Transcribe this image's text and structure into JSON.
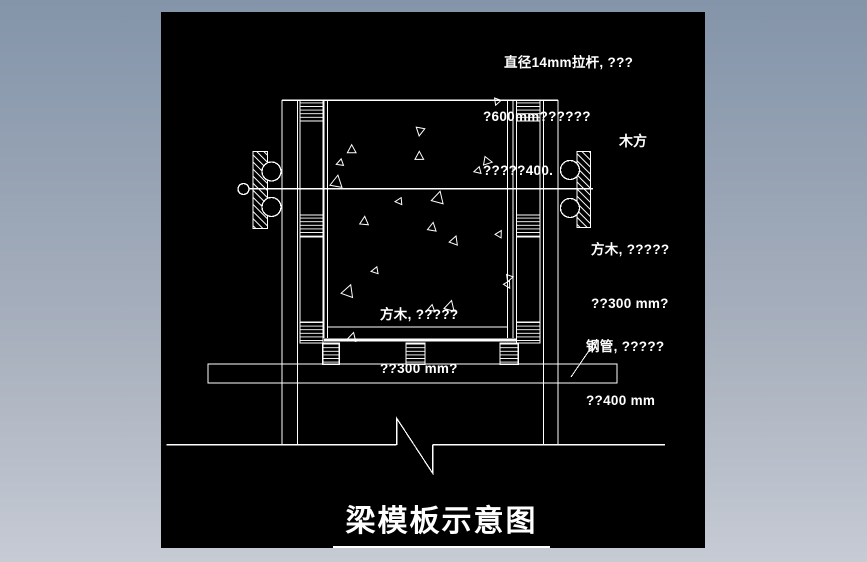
{
  "app": {
    "background_top": "#8494a9",
    "background_bottom": "#c6cbd4",
    "canvas_color": "#000000",
    "line_color": "#ffffff"
  },
  "annotations": {
    "tie_rod_note": {
      "line1": "直径14mm拉杆, ???",
      "line2": "?600mm??????",
      "line3": "?????400."
    },
    "wood_label": "木方",
    "side_wood_note": {
      "line1": "方木, ?????",
      "line2": "??300 mm?"
    },
    "center_wood_note": {
      "line1": "方木, ?????",
      "line2": "??300 mm?"
    },
    "steel_pipe_note": {
      "line1": "钢管, ?????",
      "line2": "??400 mm"
    },
    "title": "梁模板示意图"
  },
  "drawing": {
    "lines": [
      [
        121,
        88,
        397,
        88,
        1.5
      ],
      [
        121,
        88,
        121,
        433,
        1.2
      ],
      [
        136.5,
        88,
        136.5,
        433,
        1.2
      ],
      [
        382.5,
        88,
        382.5,
        433,
        1.2
      ],
      [
        397,
        88,
        397,
        433,
        1.2
      ],
      [
        163,
        88,
        163,
        326,
        1.2
      ],
      [
        166.5,
        88,
        166.5,
        326,
        1.2
      ],
      [
        346.5,
        88,
        346.5,
        326,
        1.2
      ],
      [
        352,
        88,
        352,
        326,
        1.2
      ],
      [
        166.5,
        315,
        346.5,
        315,
        1
      ],
      [
        81,
        176.7,
        432,
        176.7,
        1.2
      ],
      [
        436,
        327,
        410,
        365,
        1
      ],
      [
        5.7,
        432.8,
        235.7,
        432.8,
        1.2
      ],
      [
        271.7,
        432.8,
        504,
        432.8,
        1.2
      ]
    ],
    "polylines": [
      [
        [
          235.7,
          432.8
        ],
        [
          235.7,
          406.3
        ],
        [
          271.7,
          461.3
        ],
        [
          271.7,
          432.8
        ]
      ]
    ],
    "rects": [
      [
        139,
        88,
        23,
        243,
        "none"
      ],
      [
        355.5,
        88,
        23.5,
        243,
        "none"
      ],
      [
        47,
        352,
        409,
        19,
        "none"
      ],
      [
        139,
        88,
        23,
        21,
        "h"
      ],
      [
        139,
        203,
        23,
        22,
        "h"
      ],
      [
        139,
        310,
        23,
        21,
        "h"
      ],
      [
        355.5,
        88,
        23.5,
        21,
        "h"
      ],
      [
        355.5,
        203,
        23.5,
        22,
        "h"
      ],
      [
        355.5,
        310,
        23.5,
        21,
        "h"
      ],
      [
        161.7,
        331.3,
        16.6,
        21,
        "h"
      ],
      [
        245,
        331.3,
        19,
        21,
        "h"
      ],
      [
        339,
        331.3,
        18.3,
        21,
        "h"
      ],
      [
        92,
        139.5,
        14.5,
        77,
        "d"
      ],
      [
        416,
        139.5,
        13.5,
        76,
        "d"
      ],
      [
        163,
        326.3,
        192,
        3.4,
        "solid"
      ]
    ],
    "circles": [
      [
        110.5,
        159.5,
        9.5
      ],
      [
        110.5,
        195,
        9.5
      ],
      [
        82.5,
        177,
        5.5
      ],
      [
        409,
        158,
        9.5
      ],
      [
        409,
        196,
        9.5
      ]
    ],
    "triangles": [
      [
        336,
        89.5,
        4,
        200
      ],
      [
        259,
        119,
        5,
        190
      ],
      [
        190.7,
        137.7,
        5,
        0
      ],
      [
        258.3,
        144.3,
        5,
        0
      ],
      [
        326.3,
        149.3,
        5,
        100
      ],
      [
        179,
        151,
        4,
        250
      ],
      [
        316.7,
        158.7,
        4,
        255
      ],
      [
        175.7,
        170,
        7,
        10
      ],
      [
        238,
        189.3,
        4,
        265
      ],
      [
        277.3,
        186,
        7,
        15
      ],
      [
        203.3,
        209.3,
        5,
        5
      ],
      [
        271.3,
        215.3,
        5,
        10
      ],
      [
        293.3,
        228.7,
        5,
        20
      ],
      [
        338.3,
        222,
        4,
        30
      ],
      [
        214,
        258.7,
        4,
        260
      ],
      [
        348,
        266,
        4,
        200
      ],
      [
        187.3,
        279.3,
        7,
        20
      ],
      [
        270,
        296.7,
        4,
        250
      ],
      [
        289,
        294.3,
        6,
        15
      ],
      [
        191.3,
        325.3,
        5,
        15
      ],
      [
        346.7,
        272.7,
        4,
        150
      ]
    ]
  }
}
